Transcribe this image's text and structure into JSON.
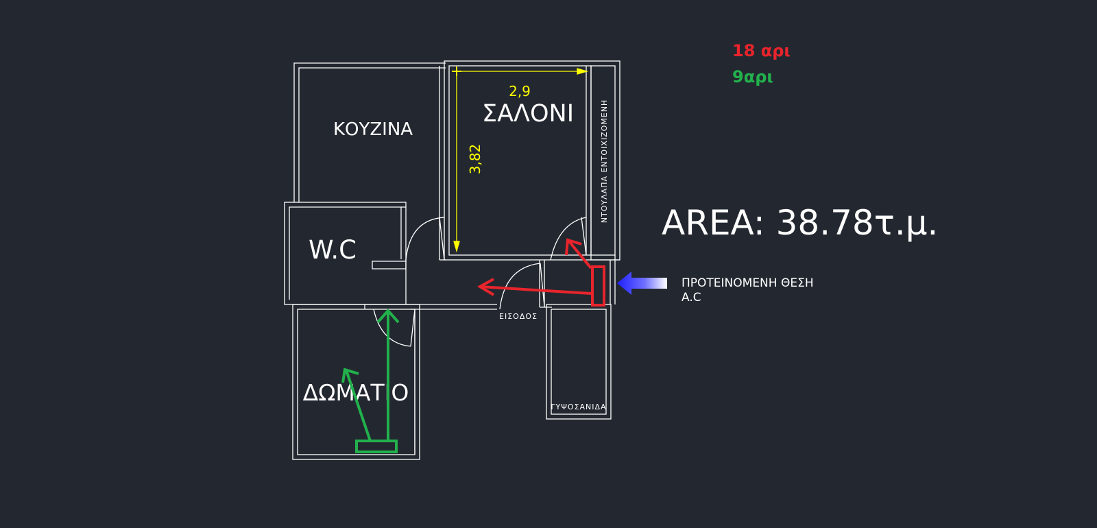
{
  "legend": {
    "red_label": "18 αρι",
    "green_label": "9αρι",
    "red_color": "#e8242c",
    "green_color": "#22b14c"
  },
  "area": {
    "text": "AREA: 38.78τ.μ."
  },
  "ac_note": {
    "line1": "ΠΡΟΤΕΙΝΟΜΕΝΗ ΘΕΣΗ",
    "line2": "A.C"
  },
  "rooms": {
    "kitchen": "ΚΟΥΖΙΝΑ",
    "living": "ΣΑΛΟΝΙ",
    "wc": "W.C",
    "bedroom": "ΔΩΜΑΤΙΟ",
    "entrance": "ΕΙΣΟΔΟΣ",
    "wardrobe": "ΝΤΟΥΛΑΠΑ ΕΝΤΟΙΧΙΖΟΜΕΝΗ",
    "drywall": "ΓΥΨΟΣΑΝΙΔΑ"
  },
  "dimensions": {
    "width": "2,9",
    "height": "3,82"
  },
  "colors": {
    "background": "#232830",
    "wall": "#ffffff",
    "dimension": "#ffff00",
    "arrow_blue": "#1f1fff"
  },
  "icons": {
    "ac_direction": "arrow-left-icon"
  }
}
